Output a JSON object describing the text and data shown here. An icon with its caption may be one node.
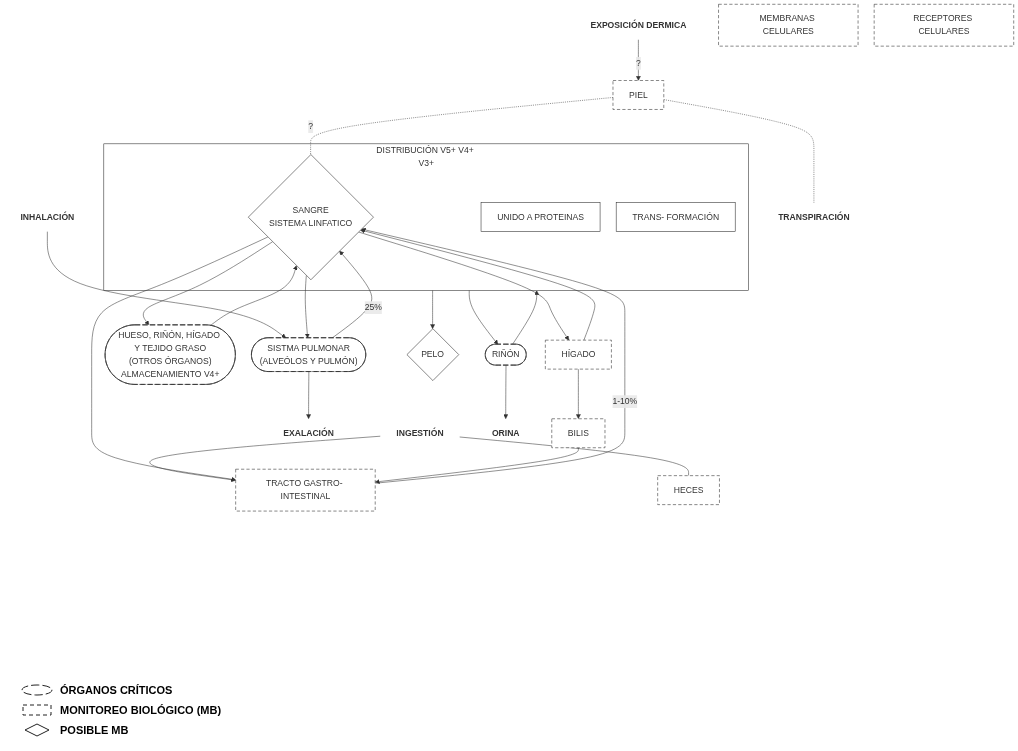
{
  "diagram": {
    "nodes": [
      {
        "text": [
          "EXPOSICIÓN DERMICA"
        ]
      },
      {
        "text": [
          "INHALACIÓN"
        ]
      },
      {
        "text": [
          "INGESTIÓN"
        ]
      },
      {
        "text": [
          "PIEL"
        ]
      },
      {
        "text": [
          "EXALACIÓN"
        ]
      },
      {
        "text": [
          "SISTMA PULMONAR",
          "(ALVEÓLOS Y PULMÓN)"
        ]
      },
      {
        "text": [
          "TRACTO GASTRO- INTESTINAL"
        ]
      },
      {
        "text": [
          "TRANSPIRACIÓN"
        ]
      },
      {
        "text": [
          "BILIS"
        ]
      },
      {
        "text": [
          "HUESO, RIÑÓN, HÍGADO Y TEJIDO GRASO",
          "(OTROS ÓRGANOS)",
          "ALMACENAMIENTO V4+"
        ]
      },
      {
        "text": [
          "DISTRIBUCIÓN V5+ V4+ V3+"
        ]
      },
      {
        "text": [
          "SANGRE",
          "SISTEMA LINFATICO"
        ],
        "in": 10
      },
      {
        "text": [
          "UNIDO A PROTEINAS"
        ],
        "in": 10
      },
      {
        "text": [
          "TRANS- FORMACIÓN"
        ],
        "in": 10
      },
      {
        "text": [
          "HÍGADO"
        ]
      },
      {
        "text": [
          "HECES"
        ]
      },
      {
        "text": [
          "MEMBRANAS CELULARES"
        ]
      },
      {
        "text": [
          "RECEPTORES CELULARES"
        ]
      },
      {
        "text": [
          "PELO"
        ]
      },
      {
        "text": [
          "RIÑÓN"
        ]
      },
      {
        "text": [
          "ORINA"
        ]
      }
    ],
    "edges": [
      {
        "from": 0,
        "to": 3,
        "arrow": "to",
        "label": "?"
      },
      {
        "from": 1,
        "to": 5,
        "arrow": "to"
      },
      {
        "from": 2,
        "to": 6,
        "arrow": "to"
      },
      {
        "from": 3,
        "to": 7,
        "arrow": "none",
        "style": "dashed"
      },
      {
        "from": 3,
        "to": 11,
        "arrow": "none",
        "style": "dashed",
        "label": "?"
      },
      {
        "from": 5,
        "to": 4,
        "arrow": "to"
      },
      {
        "from": 5,
        "to": 11,
        "arrow": "to",
        "label": "25%"
      },
      {
        "from": 11,
        "to": 5,
        "arrow": "to"
      },
      {
        "from": 6,
        "to": 11,
        "arrow": "to",
        "label": "1-10%"
      },
      {
        "from": 11,
        "to": 6,
        "arrow": "to"
      },
      {
        "from": 8,
        "to": 6,
        "arrow": "to"
      },
      {
        "from": 14,
        "to": 8,
        "arrow": "to"
      },
      {
        "from": 14,
        "to": 11,
        "arrow": "to"
      },
      {
        "from": 11,
        "to": 14,
        "arrow": "to"
      },
      {
        "from": 11,
        "to": 9,
        "arrow": "to"
      },
      {
        "from": 9,
        "to": 11,
        "arrow": "to"
      },
      {
        "from": 2,
        "to": 15,
        "arrow": "none"
      },
      {
        "from": 10,
        "to": 18,
        "arrow": "to"
      },
      {
        "from": 10,
        "to": 19,
        "arrow": "to"
      },
      {
        "from": 19,
        "to": 10,
        "arrow": "to"
      },
      {
        "from": 19,
        "to": 20,
        "arrow": "to"
      }
    ],
    "legend": [
      {
        "text": "ÓRGANOS CRÍTICOS"
      },
      {
        "text": "MONITOREO BIOLÓGICO (MB)"
      },
      {
        "text": "POSIBLE MB"
      }
    ]
  }
}
